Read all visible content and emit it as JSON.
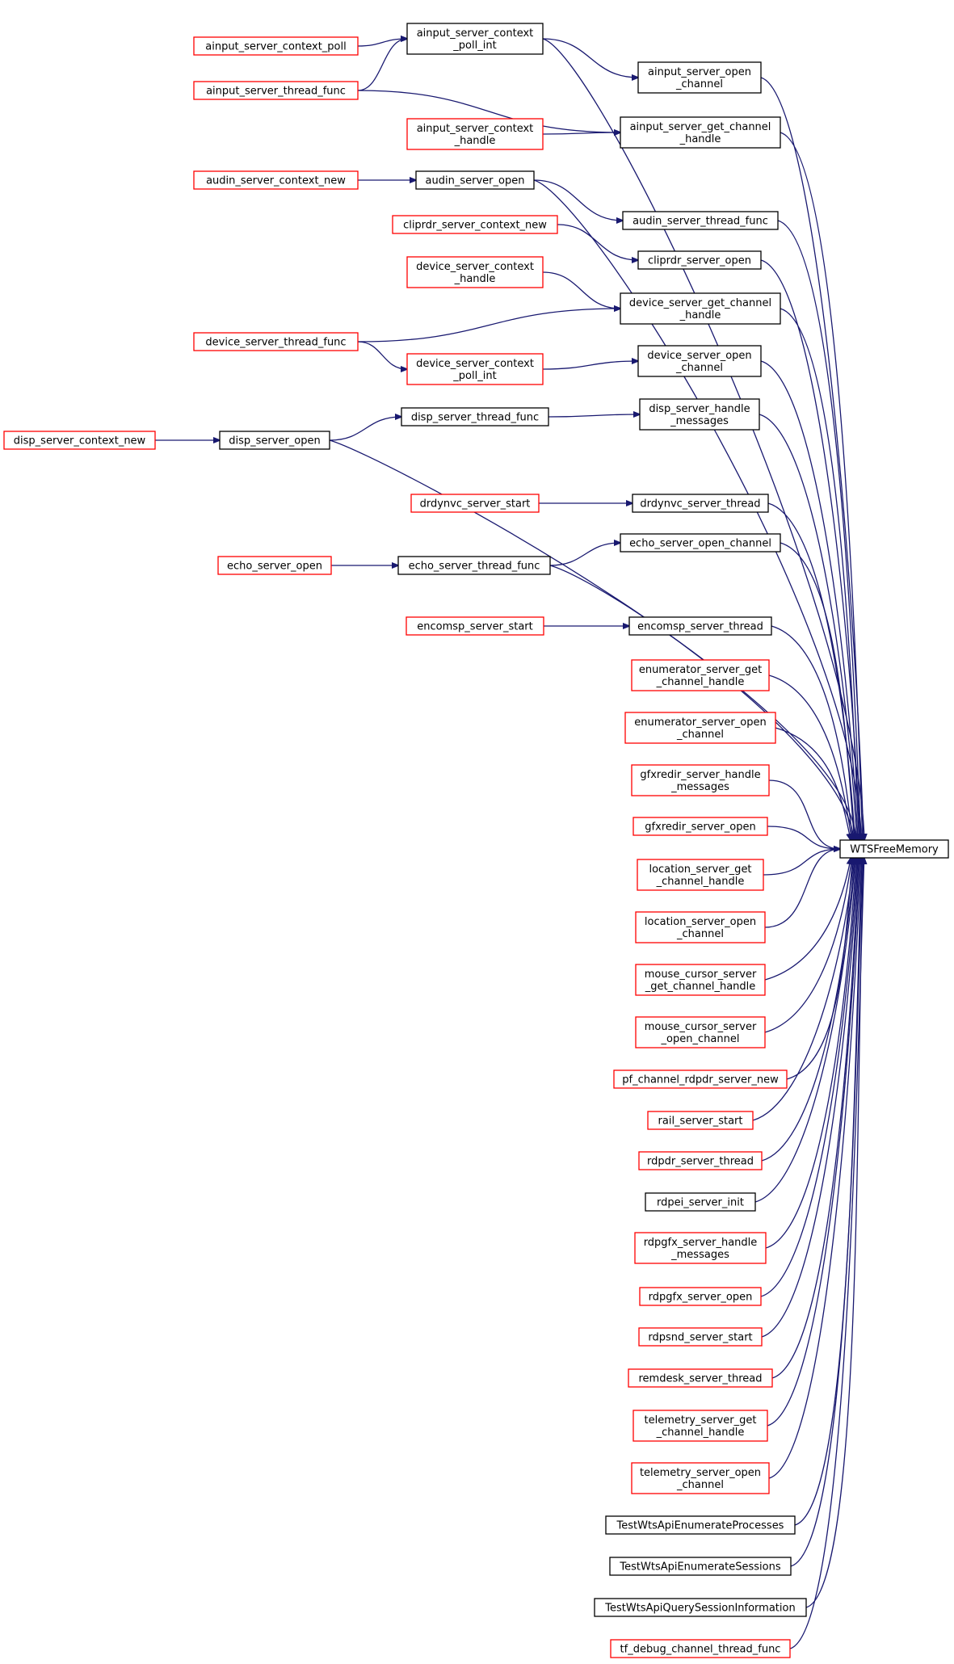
{
  "colors": {
    "edge": "#191970",
    "node_border_documented": "#000000",
    "node_border_undocumented": "#ff0000",
    "target_fill": "#bfbfbf"
  },
  "target": "n_wts",
  "nodes": [
    {
      "id": "n_aipoll",
      "lines": [
        "ainput_server_context_poll"
      ],
      "color": "red"
    },
    {
      "id": "n_aipollint",
      "lines": [
        "ainput_server_context",
        "_poll_int"
      ],
      "color": "black"
    },
    {
      "id": "n_aithread",
      "lines": [
        "ainput_server_thread_func"
      ],
      "color": "red"
    },
    {
      "id": "n_aiopen",
      "lines": [
        "ainput_server_open",
        "_channel"
      ],
      "color": "black"
    },
    {
      "id": "n_aihandle",
      "lines": [
        "ainput_server_context",
        "_handle"
      ],
      "color": "red"
    },
    {
      "id": "n_aigetch",
      "lines": [
        "ainput_server_get_channel",
        "_handle"
      ],
      "color": "black"
    },
    {
      "id": "n_aunew",
      "lines": [
        "audin_server_context_new"
      ],
      "color": "red"
    },
    {
      "id": "n_auopen",
      "lines": [
        "audin_server_open"
      ],
      "color": "black"
    },
    {
      "id": "n_authread",
      "lines": [
        "audin_server_thread_func"
      ],
      "color": "black"
    },
    {
      "id": "n_clnew",
      "lines": [
        "cliprdr_server_context_new"
      ],
      "color": "red"
    },
    {
      "id": "n_clopen",
      "lines": [
        "cliprdr_server_open"
      ],
      "color": "black"
    },
    {
      "id": "n_dvhandle",
      "lines": [
        "device_server_context",
        "_handle"
      ],
      "color": "red"
    },
    {
      "id": "n_dvgetch",
      "lines": [
        "device_server_get_channel",
        "_handle"
      ],
      "color": "black"
    },
    {
      "id": "n_dvthread",
      "lines": [
        "device_server_thread_func"
      ],
      "color": "red"
    },
    {
      "id": "n_dvpollint",
      "lines": [
        "device_server_context",
        "_poll_int"
      ],
      "color": "red"
    },
    {
      "id": "n_dvopen",
      "lines": [
        "device_server_open",
        "_channel"
      ],
      "color": "black"
    },
    {
      "id": "n_dsthread",
      "lines": [
        "disp_server_thread_func"
      ],
      "color": "black"
    },
    {
      "id": "n_dshandle",
      "lines": [
        "disp_server_handle",
        "_messages"
      ],
      "color": "black"
    },
    {
      "id": "n_dsnew",
      "lines": [
        "disp_server_context_new"
      ],
      "color": "red"
    },
    {
      "id": "n_dsopen",
      "lines": [
        "disp_server_open"
      ],
      "color": "black"
    },
    {
      "id": "n_drstart",
      "lines": [
        "drdynvc_server_start"
      ],
      "color": "red"
    },
    {
      "id": "n_drthread",
      "lines": [
        "drdynvc_server_thread"
      ],
      "color": "black"
    },
    {
      "id": "n_ecopench",
      "lines": [
        "echo_server_open_channel"
      ],
      "color": "black"
    },
    {
      "id": "n_ecopen",
      "lines": [
        "echo_server_open"
      ],
      "color": "red"
    },
    {
      "id": "n_ecthread",
      "lines": [
        "echo_server_thread_func"
      ],
      "color": "black"
    },
    {
      "id": "n_emstart",
      "lines": [
        "encomsp_server_start"
      ],
      "color": "red"
    },
    {
      "id": "n_emthread",
      "lines": [
        "encomsp_server_thread"
      ],
      "color": "black"
    },
    {
      "id": "n_engetch",
      "lines": [
        "enumerator_server_get",
        "_channel_handle"
      ],
      "color": "red"
    },
    {
      "id": "n_enopen",
      "lines": [
        "enumerator_server_open",
        "_channel"
      ],
      "color": "red"
    },
    {
      "id": "n_gfhandle",
      "lines": [
        "gfxredir_server_handle",
        "_messages"
      ],
      "color": "red"
    },
    {
      "id": "n_gfopen",
      "lines": [
        "gfxredir_server_open"
      ],
      "color": "red"
    },
    {
      "id": "n_logetch",
      "lines": [
        "location_server_get",
        "_channel_handle"
      ],
      "color": "red"
    },
    {
      "id": "n_loopen",
      "lines": [
        "location_server_open",
        "_channel"
      ],
      "color": "red"
    },
    {
      "id": "n_mcgetch",
      "lines": [
        "mouse_cursor_server",
        "_get_channel_handle"
      ],
      "color": "red"
    },
    {
      "id": "n_mcopen",
      "lines": [
        "mouse_cursor_server",
        "_open_channel"
      ],
      "color": "red"
    },
    {
      "id": "n_pfnew",
      "lines": [
        "pf_channel_rdpdr_server_new"
      ],
      "color": "red"
    },
    {
      "id": "n_rlstart",
      "lines": [
        "rail_server_start"
      ],
      "color": "red"
    },
    {
      "id": "n_rdthread",
      "lines": [
        "rdpdr_server_thread"
      ],
      "color": "red"
    },
    {
      "id": "n_rpinit",
      "lines": [
        "rdpei_server_init"
      ],
      "color": "black"
    },
    {
      "id": "n_rghandle",
      "lines": [
        "rdpgfx_server_handle",
        "_messages"
      ],
      "color": "red"
    },
    {
      "id": "n_rgopen",
      "lines": [
        "rdpgfx_server_open"
      ],
      "color": "red"
    },
    {
      "id": "n_rsstart",
      "lines": [
        "rdpsnd_server_start"
      ],
      "color": "red"
    },
    {
      "id": "n_rmthread",
      "lines": [
        "remdesk_server_thread"
      ],
      "color": "red"
    },
    {
      "id": "n_tlgetch",
      "lines": [
        "telemetry_server_get",
        "_channel_handle"
      ],
      "color": "red"
    },
    {
      "id": "n_tlopen",
      "lines": [
        "telemetry_server_open",
        "_channel"
      ],
      "color": "red"
    },
    {
      "id": "n_twproc",
      "lines": [
        "TestWtsApiEnumerateProcesses"
      ],
      "color": "black"
    },
    {
      "id": "n_twsess",
      "lines": [
        "TestWtsApiEnumerateSessions"
      ],
      "color": "black"
    },
    {
      "id": "n_twquery",
      "lines": [
        "TestWtsApiQuerySessionInformation"
      ],
      "color": "black"
    },
    {
      "id": "n_tfdebug",
      "lines": [
        "tf_debug_channel_thread_func"
      ],
      "color": "red"
    },
    {
      "id": "n_wts",
      "lines": [
        "WTSFreeMemory"
      ],
      "color": "black"
    }
  ],
  "edges": [
    [
      "n_aipoll",
      "n_aipollint"
    ],
    [
      "n_aithread",
      "n_aipollint"
    ],
    [
      "n_aipollint",
      "n_aiopen"
    ],
    [
      "n_aithread",
      "n_aigetch"
    ],
    [
      "n_aihandle",
      "n_aigetch"
    ],
    [
      "n_aunew",
      "n_auopen"
    ],
    [
      "n_auopen",
      "n_authread"
    ],
    [
      "n_clnew",
      "n_clopen"
    ],
    [
      "n_dvhandle",
      "n_dvgetch"
    ],
    [
      "n_dvthread",
      "n_dvgetch"
    ],
    [
      "n_dvthread",
      "n_dvpollint"
    ],
    [
      "n_dvpollint",
      "n_dvopen"
    ],
    [
      "n_dsnew",
      "n_dsopen"
    ],
    [
      "n_dsopen",
      "n_dsthread"
    ],
    [
      "n_dsthread",
      "n_dshandle"
    ],
    [
      "n_drstart",
      "n_drthread"
    ],
    [
      "n_ecopen",
      "n_ecthread"
    ],
    [
      "n_ecthread",
      "n_ecopench"
    ],
    [
      "n_emstart",
      "n_emthread"
    ],
    [
      "n_aipollint",
      "n_wts"
    ],
    [
      "n_aiopen",
      "n_wts"
    ],
    [
      "n_aigetch",
      "n_wts"
    ],
    [
      "n_auopen",
      "n_wts"
    ],
    [
      "n_authread",
      "n_wts"
    ],
    [
      "n_clopen",
      "n_wts"
    ],
    [
      "n_dvgetch",
      "n_wts"
    ],
    [
      "n_dvopen",
      "n_wts"
    ],
    [
      "n_dshandle",
      "n_wts"
    ],
    [
      "n_dsopen",
      "n_wts"
    ],
    [
      "n_drthread",
      "n_wts"
    ],
    [
      "n_ecopench",
      "n_wts"
    ],
    [
      "n_ecthread",
      "n_wts"
    ],
    [
      "n_emthread",
      "n_wts"
    ],
    [
      "n_engetch",
      "n_wts"
    ],
    [
      "n_enopen",
      "n_wts"
    ],
    [
      "n_gfhandle",
      "n_wts"
    ],
    [
      "n_gfopen",
      "n_wts"
    ],
    [
      "n_logetch",
      "n_wts"
    ],
    [
      "n_loopen",
      "n_wts"
    ],
    [
      "n_mcgetch",
      "n_wts"
    ],
    [
      "n_mcopen",
      "n_wts"
    ],
    [
      "n_pfnew",
      "n_wts"
    ],
    [
      "n_rlstart",
      "n_wts"
    ],
    [
      "n_rdthread",
      "n_wts"
    ],
    [
      "n_rpinit",
      "n_wts"
    ],
    [
      "n_rghandle",
      "n_wts"
    ],
    [
      "n_rgopen",
      "n_wts"
    ],
    [
      "n_rsstart",
      "n_wts"
    ],
    [
      "n_rmthread",
      "n_wts"
    ],
    [
      "n_tlgetch",
      "n_wts"
    ],
    [
      "n_tlopen",
      "n_wts"
    ],
    [
      "n_twproc",
      "n_wts"
    ],
    [
      "n_twsess",
      "n_wts"
    ],
    [
      "n_twquery",
      "n_wts"
    ],
    [
      "n_tfdebug",
      "n_wts"
    ]
  ]
}
